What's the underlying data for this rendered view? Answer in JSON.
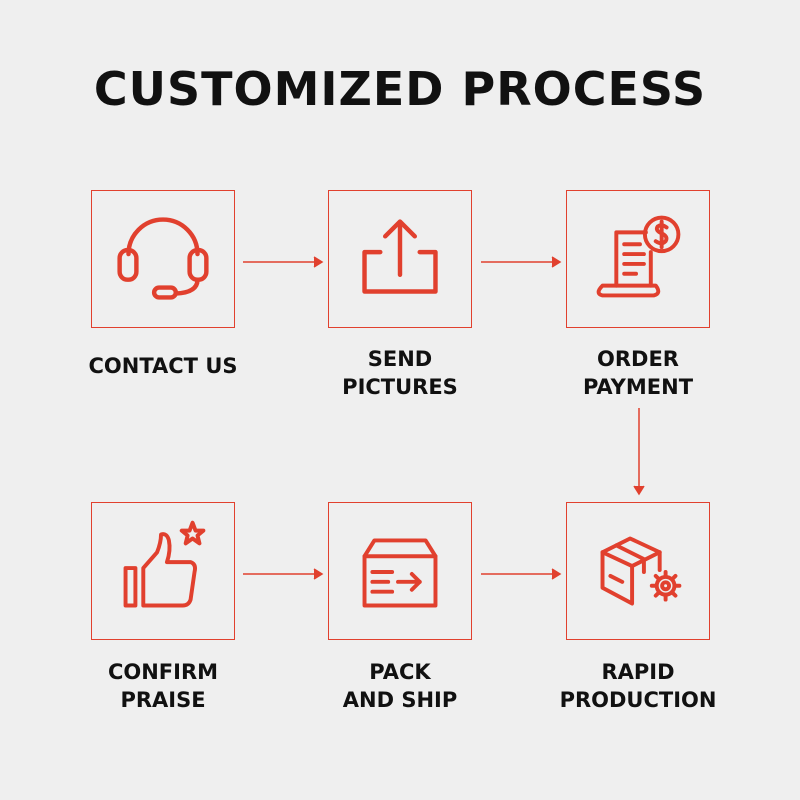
{
  "title": "CUSTOMIZED PROCESS",
  "accent_color": "#e1402e",
  "steps": [
    {
      "icon": "headset-icon",
      "line1": "CONTACT US",
      "line2": ""
    },
    {
      "icon": "upload-icon",
      "line1": "SEND",
      "line2": "PICTURES"
    },
    {
      "icon": "invoice-payment-icon",
      "line1": "ORDER",
      "line2": "PAYMENT"
    },
    {
      "icon": "box-gear-icon",
      "line1": "RAPID",
      "line2": "PRODUCTION"
    },
    {
      "icon": "shipping-box-icon",
      "line1": "PACK",
      "line2": "AND SHIP"
    },
    {
      "icon": "thumbs-up-star-icon",
      "line1": "CONFIRM",
      "line2": "PRAISE"
    }
  ]
}
